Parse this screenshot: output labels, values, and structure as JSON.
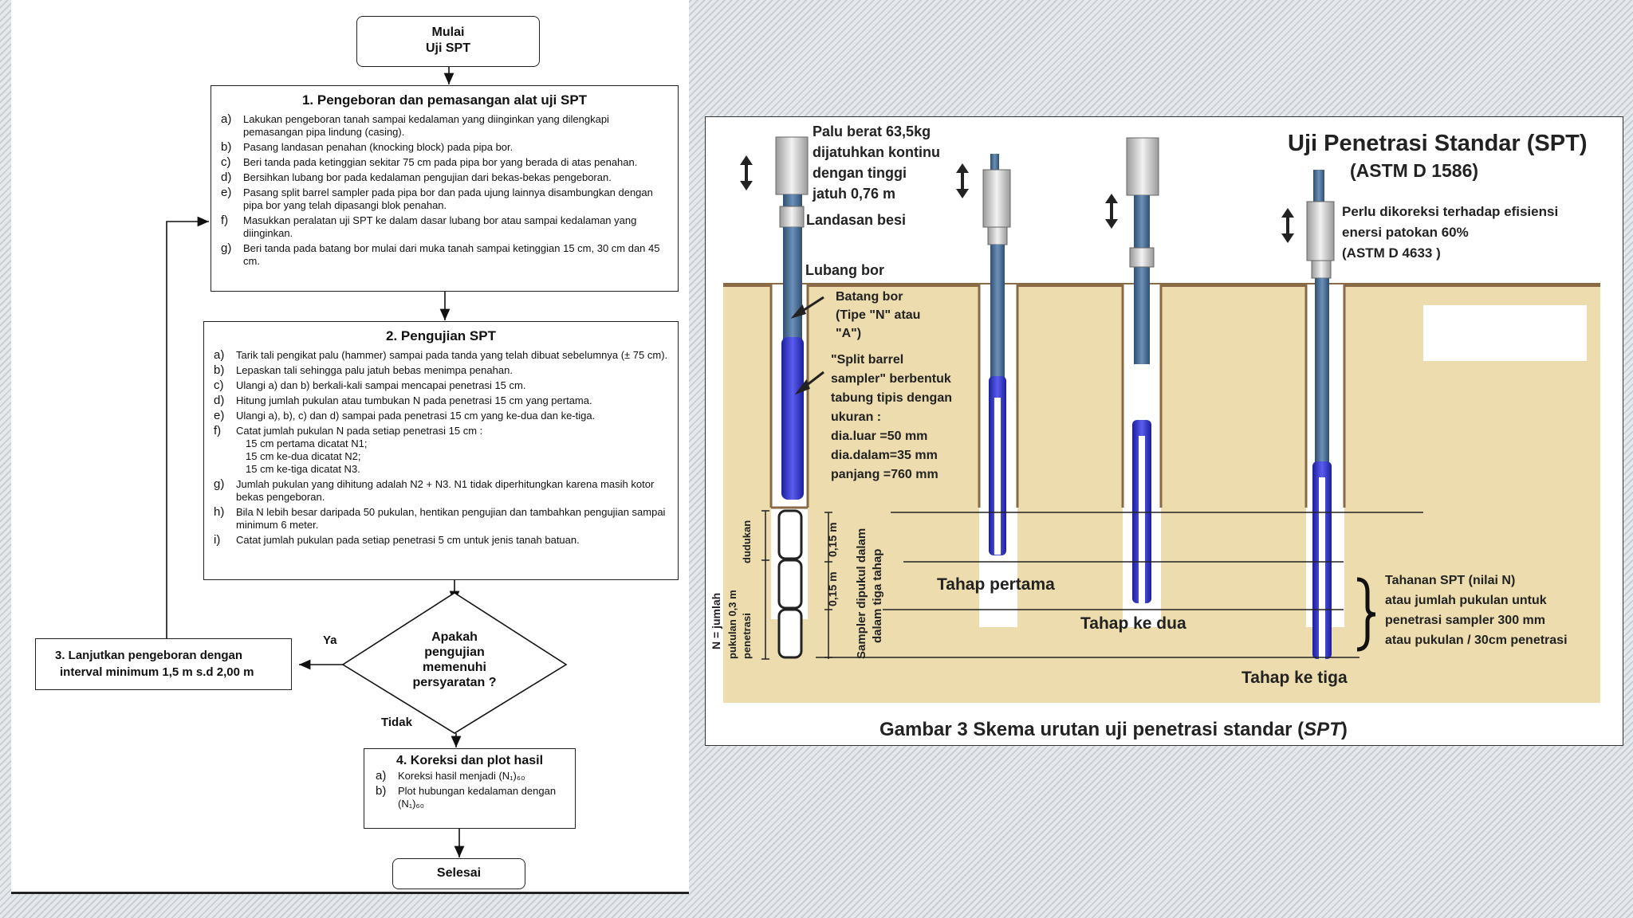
{
  "flowchart": {
    "start": {
      "line1": "Mulai",
      "line2": "Uji SPT"
    },
    "step1": {
      "title": "1.   Pengeboran dan pemasangan alat uji SPT",
      "items": [
        {
          "key": "a)",
          "text": "Lakukan pengeboran tanah sampai kedalaman yang diinginkan yang dilengkapi pemasangan pipa lindung (casing)."
        },
        {
          "key": "b)",
          "text": "Pasang landasan penahan (knocking block) pada pipa bor."
        },
        {
          "key": "c)",
          "text": "Beri tanda pada ketinggian sekitar 75 cm pada pipa bor yang berada di atas penahan."
        },
        {
          "key": "d)",
          "text": "Bersihkan lubang bor pada kedalaman pengujian dari bekas-bekas pengeboran."
        },
        {
          "key": "e)",
          "text": "Pasang split barrel sampler pada pipa bor dan pada ujung lainnya disambungkan dengan pipa bor yang telah dipasangi blok penahan."
        },
        {
          "key": "f)",
          "text": "Masukkan peralatan uji SPT ke dalam dasar lubang bor atau sampai kedalaman yang diinginkan."
        },
        {
          "key": "g)",
          "text": "Beri tanda pada batang bor mulai dari muka tanah sampai ketinggian 15 cm, 30 cm dan 45 cm."
        }
      ]
    },
    "step2": {
      "title": "2.   Pengujian SPT",
      "items": [
        {
          "key": "a)",
          "text": "Tarik tali pengikat palu (hammer) sampai pada tanda yang telah dibuat sebelumnya (± 75 cm)."
        },
        {
          "key": "b)",
          "text": "Lepaskan tali sehingga palu jatuh bebas menimpa penahan."
        },
        {
          "key": "c)",
          "text": "Ulangi a) dan b) berkali-kali sampai mencapai penetrasi 15 cm."
        },
        {
          "key": "d)",
          "text": "Hitung jumlah pukulan atau tumbukan N pada penetrasi 15 cm yang pertama."
        },
        {
          "key": "e)",
          "text": "Ulangi a), b), c) dan d) sampai pada penetrasi 15 cm yang ke-dua dan ke-tiga."
        },
        {
          "key": "f)",
          "text": "Catat jumlah pukulan N pada setiap penetrasi 15 cm :",
          "sub": [
            "15 cm pertama dicatat N1;",
            "15 cm ke-dua dicatat N2;",
            "15 cm ke-tiga dicatat N3."
          ]
        },
        {
          "key": "g)",
          "text": "Jumlah pukulan yang dihitung adalah N2 + N3. N1 tidak diperhitungkan karena masih kotor bekas pengeboran."
        },
        {
          "key": "h)",
          "text": "Bila N lebih besar daripada 50 pukulan, hentikan pengujian dan tambahkan pengujian sampai minimum 6 meter."
        },
        {
          "key": "i)",
          "text": "Catat jumlah pukulan pada setiap penetrasi 5 cm untuk jenis tanah batuan."
        }
      ]
    },
    "decision": {
      "line1": "Apakah",
      "line2": "pengujian",
      "line3": "memenuhi",
      "line4": "persyaratan ?"
    },
    "label_yes": "Ya",
    "label_no": "Tidak",
    "step3": {
      "line1": "3. Lanjutkan pengeboran dengan",
      "line2": "interval minimum 1,5 m s.d 2,00 m"
    },
    "step4": {
      "title": "4. Koreksi dan plot hasil",
      "items": [
        {
          "key": "a)",
          "text": "Koreksi hasil menjadi (N₁)₆₀"
        },
        {
          "key": "b)",
          "text": "Plot hubungan kedalaman dengan (N₁)₆₀"
        }
      ]
    },
    "end": "Selesai"
  },
  "spt_diagram": {
    "title": "Uji Penetrasi Standar (SPT)",
    "subtitle": "(ASTM D 1586)",
    "hammer_lines": [
      "Palu berat 63,5kg",
      "dijatuhkan kontinu",
      "dengan tinggi",
      "jatuh 0,76 m"
    ],
    "anvil": "Landasan besi",
    "borehole": "Lubang bor",
    "rod_lines": [
      "Batang bor",
      "(Tipe \"N\" atau",
      "\"A\")"
    ],
    "sampler_lines": [
      "\"Split barrel",
      "sampler\" berbentuk",
      "tabung tipis dengan",
      "ukuran :",
      "dia.luar    =50 mm",
      "dia.dalam=35 mm",
      "panjang   =760 mm"
    ],
    "correction_lines": [
      "Perlu dikoreksi terhadap efisiensi",
      "enersi patokan 60%",
      "(ASTM D 4633 )"
    ],
    "dudukan": "dudukan",
    "n_label_lines": [
      "N = jumlah",
      "pukulan 0,3 m",
      "penetrasi"
    ],
    "seg_label": "0,15 m",
    "sampler_driven_lines": [
      "Sampler dipukul dalam",
      "dalam tiga tahap"
    ],
    "stage1": "Tahap pertama",
    "stage2": "Tahap ke dua",
    "stage3": "Tahap ke tiga",
    "resistance_lines": [
      "Tahanan SPT (nilai N)",
      "atau jumlah pukulan untuk",
      "penetrasi sampler 300 mm",
      "atau pukulan / 30cm penetrasi"
    ],
    "caption_prefix": "Gambar 3   Skema urutan uji penetrasi standar (",
    "caption_em": "SPT",
    "caption_suffix": ")",
    "colors": {
      "soil": "#ecdcae",
      "rod": "#4a6f96",
      "sampler": "#3437c9",
      "hammer": "#d4d4d4",
      "outline": "#8a6a45"
    }
  }
}
